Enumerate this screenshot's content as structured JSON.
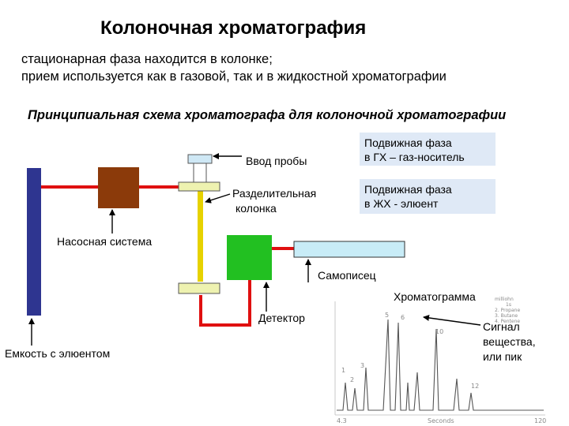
{
  "title": "Колоночная хроматография",
  "intro": {
    "line1": "стационарная фаза находится в колонке;",
    "line2": "прием используется как в газовой, так и в жидкостной хроматографии"
  },
  "subtitle": "Принципиальная схема хроматографа для колоночной хроматографии",
  "labels": {
    "sample_input": "Ввод пробы",
    "column_line1": "Разделительная",
    "column_line2": "колонка",
    "pump": "Насосная система",
    "recorder": "Самописец",
    "chromatogram": "Хроматограмма",
    "detector": "Детектор",
    "reservoir": "Емкость с элюентом",
    "signal_line1": "Сигнал",
    "signal_line2": "вещества,",
    "signal_line3": "или пик"
  },
  "info_boxes": {
    "gc_line1": "Подвижная фаза",
    "gc_line2": "в ГХ – газ-носитель",
    "lc_line1": "Подвижная фаза",
    "lc_line2": "в ЖХ - элюент"
  },
  "chromatogram": {
    "peak_labels": [
      "1",
      "2",
      "3",
      "5",
      "6",
      "10",
      "12"
    ],
    "axis_left": "4.3",
    "axis_mid": "Seconds",
    "axis_right": "120",
    "legend_lines": [
      "milliohn",
      "1s",
      "2. Propane",
      "3. Butane",
      "4. Pentene"
    ]
  },
  "colors": {
    "flow_line": "#e01010",
    "column": "#e6d200",
    "reservoir": "#2e3590",
    "pump": "#8b3a0a",
    "detector": "#22c021",
    "recorder": "#c8ecf7",
    "fittings": "#eef2b0",
    "injector": "#cfe8f5"
  },
  "icons": {
    "arrows": "arrow-icon"
  }
}
